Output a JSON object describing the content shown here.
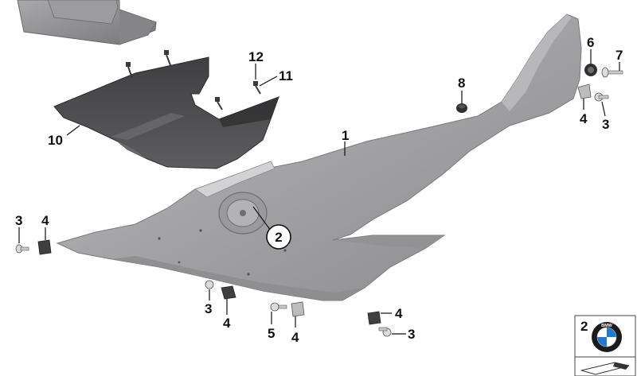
{
  "callouts": {
    "c1": "1",
    "c2": "2",
    "c3_left": "3",
    "c4_left": "4",
    "c3_bottom_left": "3",
    "c4_bottom_left": "4",
    "c5": "5",
    "c4_bottom_mid": "4",
    "c4_bottom_right": "4",
    "c3_bottom_right": "3",
    "c6": "6",
    "c7": "7",
    "c4_right": "4",
    "c3_right": "3",
    "c8": "8",
    "c10": "10",
    "c11": "11",
    "c12": "12"
  },
  "badge": {
    "number": "2",
    "logo_letters": "BMW"
  },
  "colors": {
    "panel_main": "#a3a3a6",
    "panel_light": "#c4c4c7",
    "panel_dark": "#7e7e82",
    "cover_dark": "#4a4a4d",
    "bracket": "#8f8f92",
    "hardware": "#3a3a3a",
    "bmw_blue": "#1f7ad1"
  }
}
